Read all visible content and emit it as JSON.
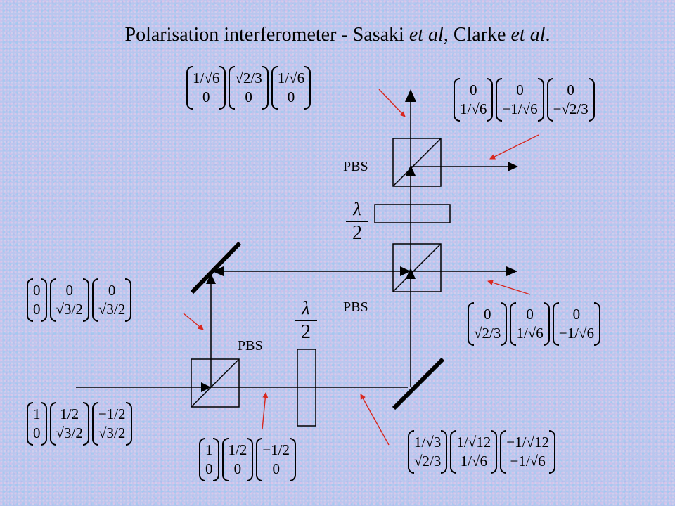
{
  "title": {
    "main": "Polarisation interferometer - Sasaki ",
    "et1": "et al",
    "mid": ", Clarke ",
    "et2": "et al",
    "end": "."
  },
  "labels": {
    "pbs_top": "PBS",
    "pbs_mid": "PBS",
    "pbs_left": "PBS"
  },
  "halfwave": {
    "symbol": "λ",
    "denominator": "2"
  },
  "matrices": {
    "top": [
      [
        "1/√6",
        "0"
      ],
      [
        "√2/3",
        "0"
      ],
      [
        "1/√6",
        "0"
      ]
    ],
    "top_right": [
      [
        "0",
        "1/√6"
      ],
      [
        "0",
        "−1/√6"
      ],
      [
        "0",
        "−√2/3"
      ]
    ],
    "mid_left": [
      [
        "0",
        "0"
      ],
      [
        "0",
        "√3/2"
      ],
      [
        "0",
        "√3/2"
      ]
    ],
    "mid_right": [
      [
        "0",
        "√2/3"
      ],
      [
        "0",
        "1/√6"
      ],
      [
        "0",
        "−1/√6"
      ]
    ],
    "bottom_left": [
      [
        "1",
        "0"
      ],
      [
        "1/2",
        "√3/2"
      ],
      [
        "−1/2",
        "√3/2"
      ]
    ],
    "bottom_center": [
      [
        "1",
        "0"
      ],
      [
        "1/2",
        "0"
      ],
      [
        "−1/2",
        "0"
      ]
    ],
    "bottom_right": [
      [
        "1/√3",
        "√2/3"
      ],
      [
        "1/√12",
        "1/√6"
      ],
      [
        "−1/√12",
        "−1/√6"
      ]
    ]
  }
}
